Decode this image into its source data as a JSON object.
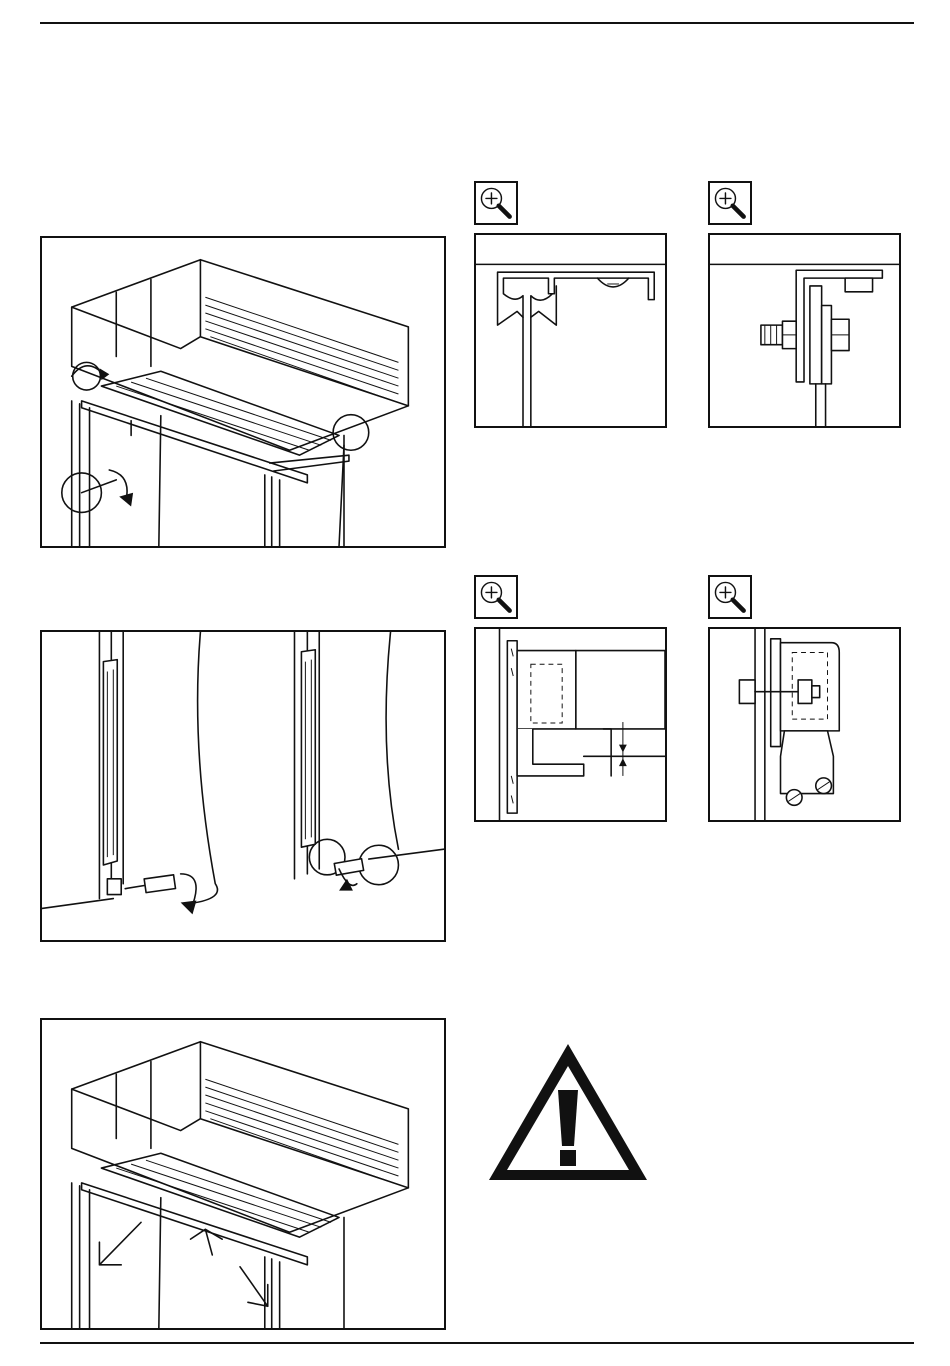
{
  "document": {
    "figures": [
      {
        "id": "fig-mount-unit",
        "kind": "illustration",
        "subject": "air-curtain-unit-mounting-screws"
      },
      {
        "id": "fig-side-panels",
        "kind": "illustration",
        "subject": "side-panel-fixing-screws"
      },
      {
        "id": "fig-unit-removal",
        "kind": "illustration",
        "subject": "unit-lift-direction-arrows"
      }
    ],
    "details": [
      {
        "id": "detail-top-profile",
        "icon": "zoom-in-icon"
      },
      {
        "id": "detail-bolt-side",
        "icon": "zoom-in-icon"
      },
      {
        "id": "detail-bracket-gap",
        "icon": "zoom-in-icon"
      },
      {
        "id": "detail-hinge-bolt",
        "icon": "zoom-in-icon"
      }
    ],
    "warning": {
      "icon": "warning-triangle-icon",
      "symbol": "!"
    }
  }
}
